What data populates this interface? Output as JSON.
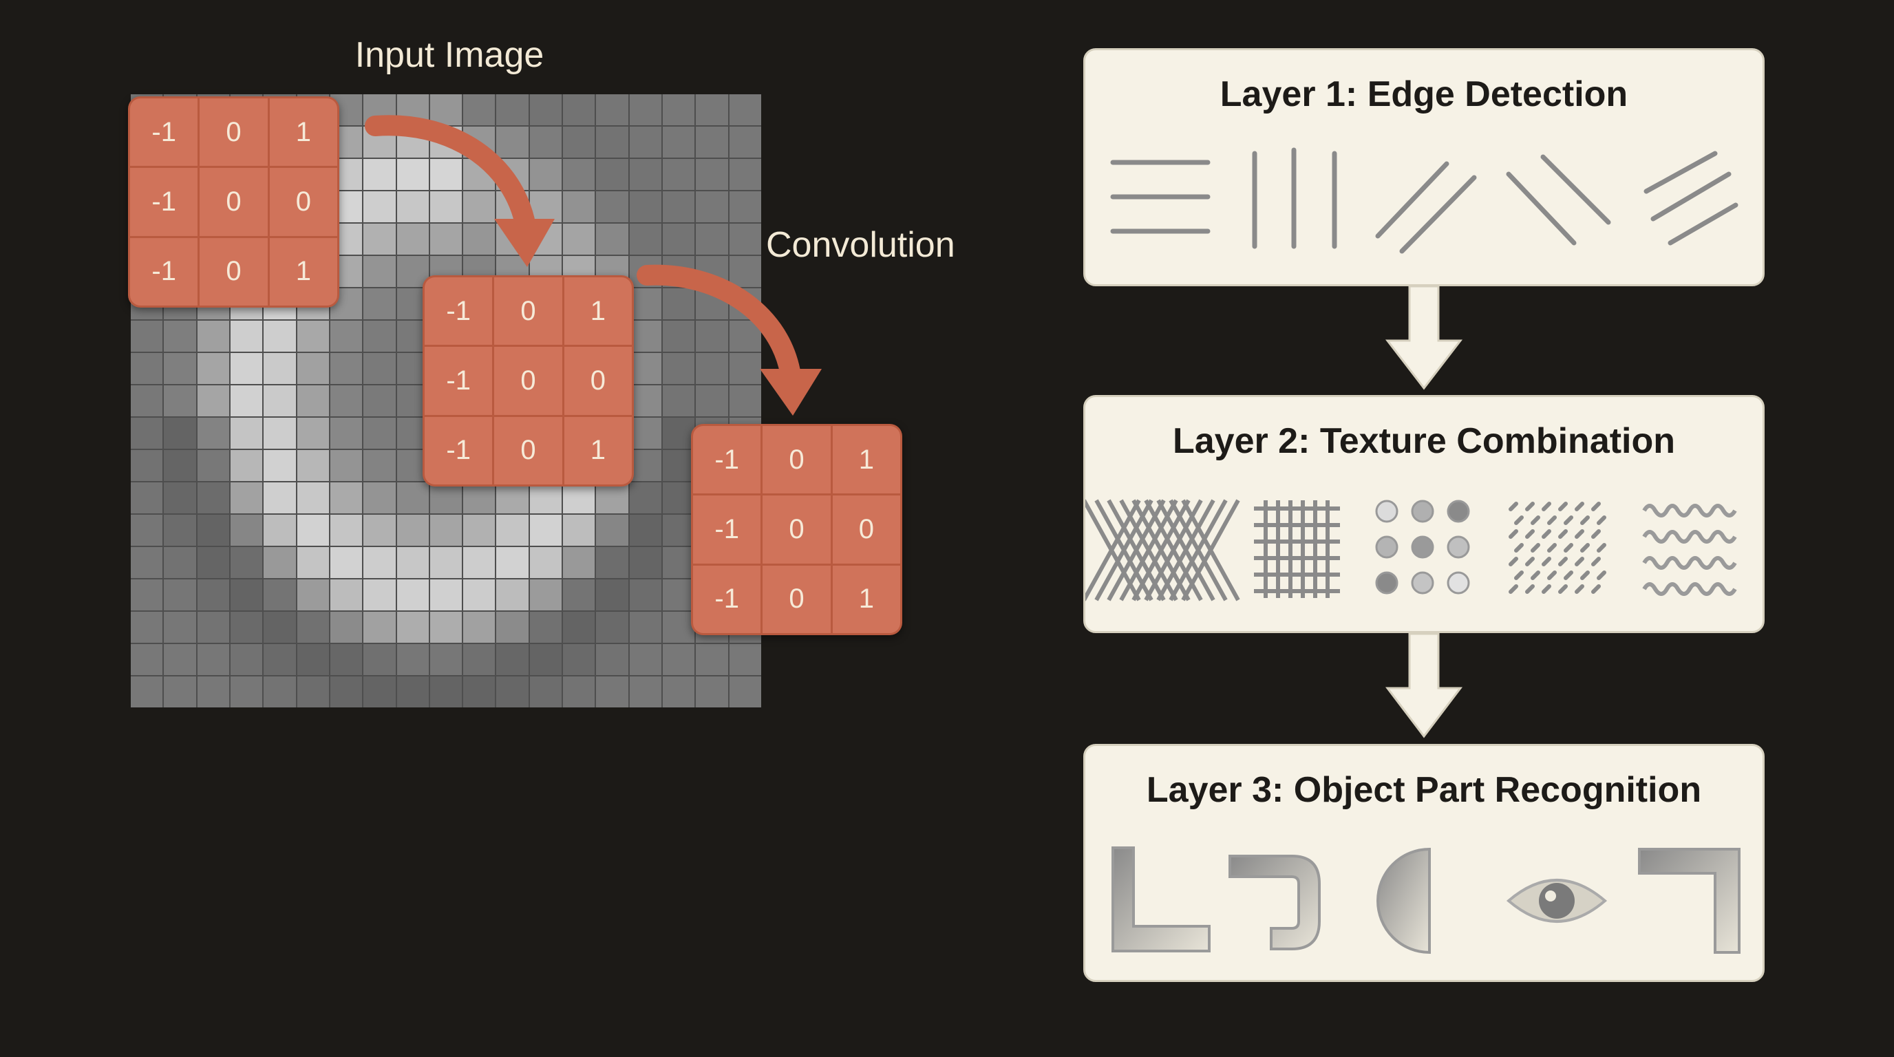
{
  "left": {
    "input_label": "Input Image",
    "convolution_label": "Convolution",
    "kernel_values": [
      "-1",
      "0",
      "1",
      "-1",
      "0",
      "0",
      "-1",
      "0",
      "1"
    ]
  },
  "layers": [
    {
      "title": "Layer 1: Edge Detection"
    },
    {
      "title": "Layer 2: Texture Combination"
    },
    {
      "title": "Layer 3: Object Part Recognition"
    }
  ],
  "colors": {
    "background": "#1c1a17",
    "kernel": "#d0735a",
    "panel": "#f6f2e6",
    "text_light": "#f3ead6"
  }
}
